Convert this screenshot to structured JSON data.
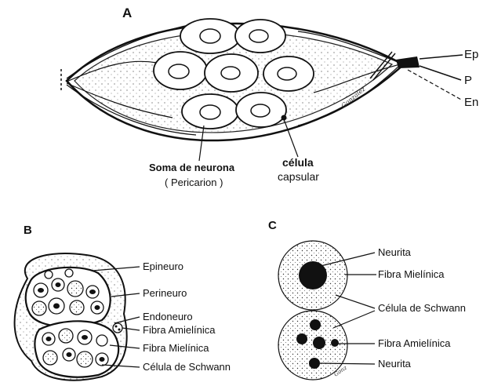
{
  "panels": {
    "a": "A",
    "b": "B",
    "c": "C"
  },
  "panel_a": {
    "ep": "Ep",
    "p": "P",
    "en": "En",
    "soma": "Soma de neurona",
    "pericarion": "( Pericarion )",
    "celula": "célula",
    "capsular": "capsular"
  },
  "panel_b": {
    "epineuro": "Epineuro",
    "perineuro": "Perineuro",
    "endoneuro": "Endoneuro",
    "fibra_amielinica": "Fibra Amielínica",
    "fibra_mielinica": "Fibra Mielínica",
    "celula_schwann": "Célula de Schwann"
  },
  "panel_c": {
    "neurita_top": "Neurita",
    "fibra_mielinica": "Fibra Mielínica",
    "celula_schwann": "Célula de Schwann",
    "fibra_amielinica": "Fibra Amielínica",
    "neurita_bottom": "Neurita"
  },
  "signatures": [
    "Gonzalez",
    "Gonz"
  ]
}
